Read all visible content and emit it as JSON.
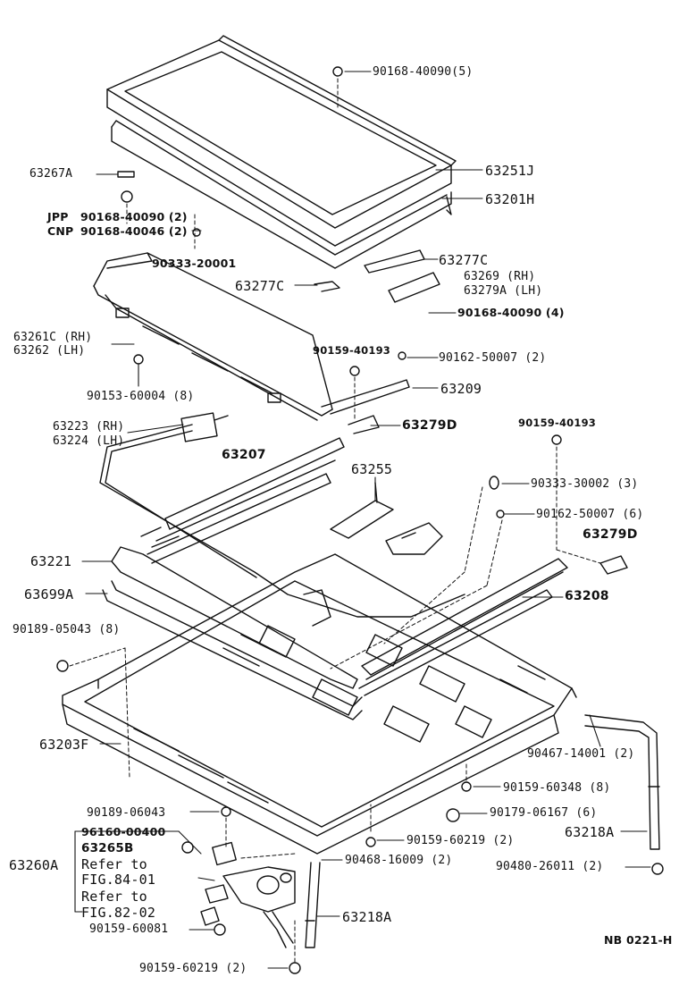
{
  "labels": {
    "p01": "90168-40090(5)",
    "p02": "63251J",
    "p03": "63201H",
    "p04": "63267A",
    "p05a_pre": "JPP",
    "p05a": "90168-40090 (2)",
    "p05b_pre": "CNP",
    "p05b": "90168-40046 (2)",
    "p06": "90333-20001",
    "p07": "63277C",
    "p08": "63277C",
    "p09a": "63269  (RH)",
    "p09b": "63279A (LH)",
    "p10": "90168-40090 (4)",
    "p11a": "63261C (RH)",
    "p11b": "63262  (LH)",
    "p12": "90153-60004 (8)",
    "p13": "90159-40193",
    "p14": "90162-50007 (2)",
    "p15": "63209",
    "p16": "63279D",
    "p17a": "63223 (RH)",
    "p17b": "63224 (LH)",
    "p18": "63207",
    "p19": "63255",
    "p20": "90159-40193",
    "p21": "90333-30002 (3)",
    "p22": "90162-50007 (6)",
    "p23": "63279D",
    "p24": "63221",
    "p25": "63699A",
    "p26": "63208",
    "p27": "90189-05043 (8)",
    "p28": "63203F",
    "p29": "90467-14001 (2)",
    "p30": "90159-60348 (8)",
    "p31": "90179-06167 (6)",
    "p32": "90189-06043",
    "p33": "96160-00400",
    "p34": "63265B",
    "p35": "63260A",
    "p36a": "Refer to",
    "p36b": "FIG.84-01",
    "p37a": "Refer to",
    "p37b": "FIG.82-02",
    "p38": "90159-60219 (2)",
    "p39": "90468-16009 (2)",
    "p40": "63218A",
    "p41": "63218A",
    "p42": "90480-26011 (2)",
    "p43": "90159-60081",
    "p44": "90159-60219 (2)",
    "ref": "NB 0221-H"
  }
}
